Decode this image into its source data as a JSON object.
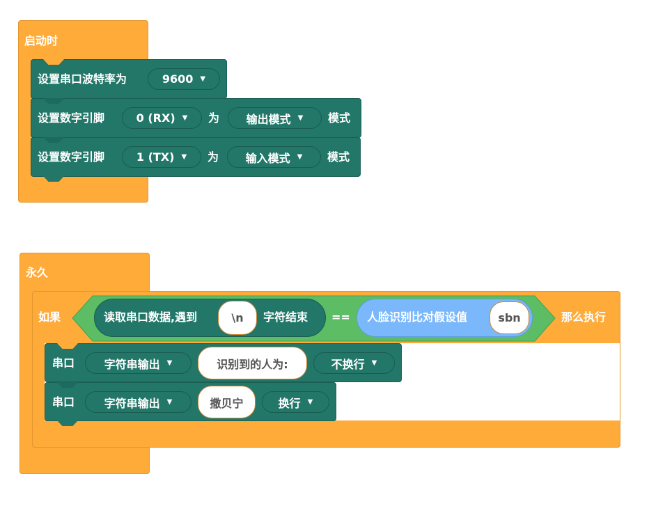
{
  "setup": {
    "hat_label": "启动时",
    "baud": {
      "label": "设置串口波特率为",
      "value": "9600"
    },
    "pin0": {
      "label": "设置数字引脚",
      "pin": "0 (RX)",
      "as": "为",
      "mode": "输出模式",
      "suffix": "模式"
    },
    "pin1": {
      "label": "设置数字引脚",
      "pin": "1 (TX)",
      "as": "为",
      "mode": "输入模式",
      "suffix": "模式"
    }
  },
  "loop": {
    "hat_label": "永久",
    "if": {
      "if_label": "如果",
      "read_label": "读取串口数据,遇到",
      "terminator": "\\n",
      "read_suffix": "字符结束",
      "op": "==",
      "face_label": "人脸识别比对假设值",
      "face_value": "sbn",
      "then_label": "那么执行"
    },
    "print1": {
      "label": "串口",
      "type": "字符串输出",
      "text": "识别到的人为:",
      "newline": "不换行"
    },
    "print2": {
      "label": "串口",
      "type": "字符串输出",
      "text": "撒贝宁",
      "newline": "换行"
    }
  },
  "dropdown_icon": "triangle-down-icon"
}
